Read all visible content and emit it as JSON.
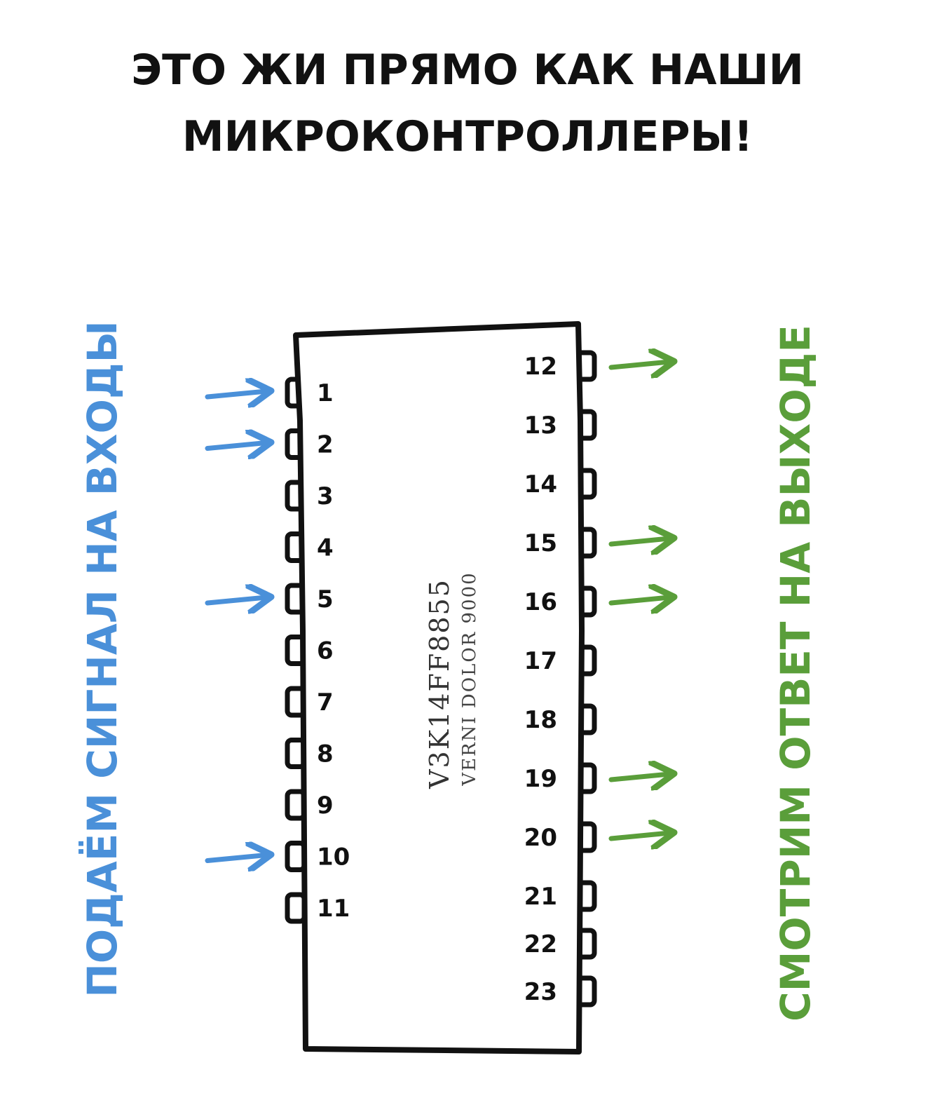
{
  "title": {
    "line1": "ЭТО ЖИ ПРЯМО КАК НАШИ",
    "line2": "МИКРОКОНТРОЛЛЕРЫ!"
  },
  "left_label": "ПОДАЁМ СИГНАЛ НА ВХОДЫ",
  "right_label": "СМОТРИМ ОТВЕТ НА ВЫХОДЕ",
  "chip": {
    "part_number": "V3K14FF8855",
    "model": "VERNI DOLOR 9000"
  },
  "left_pins": [
    {
      "label": "1",
      "arrow": true
    },
    {
      "label": "2",
      "arrow": true
    },
    {
      "label": "3",
      "arrow": false
    },
    {
      "label": "4",
      "arrow": false
    },
    {
      "label": "5",
      "arrow": true
    },
    {
      "label": "6",
      "arrow": false
    },
    {
      "label": "7",
      "arrow": false
    },
    {
      "label": "8",
      "arrow": false
    },
    {
      "label": "9",
      "arrow": false
    },
    {
      "label": "10",
      "arrow": true
    },
    {
      "label": "11",
      "arrow": false
    }
  ],
  "right_pins": [
    {
      "label": "12",
      "arrow": true
    },
    {
      "label": "13",
      "arrow": false
    },
    {
      "label": "14",
      "arrow": false
    },
    {
      "label": "15",
      "arrow": true
    },
    {
      "label": "16",
      "arrow": true
    },
    {
      "label": "17",
      "arrow": false
    },
    {
      "label": "18",
      "arrow": false
    },
    {
      "label": "19",
      "arrow": true
    },
    {
      "label": "20",
      "arrow": true
    },
    {
      "label": "21",
      "arrow": false
    },
    {
      "label": "22",
      "arrow": false
    },
    {
      "label": "23",
      "arrow": false
    }
  ],
  "colors": {
    "input": "#4a90d9",
    "output": "#5a9e3a",
    "ink": "#111111"
  }
}
